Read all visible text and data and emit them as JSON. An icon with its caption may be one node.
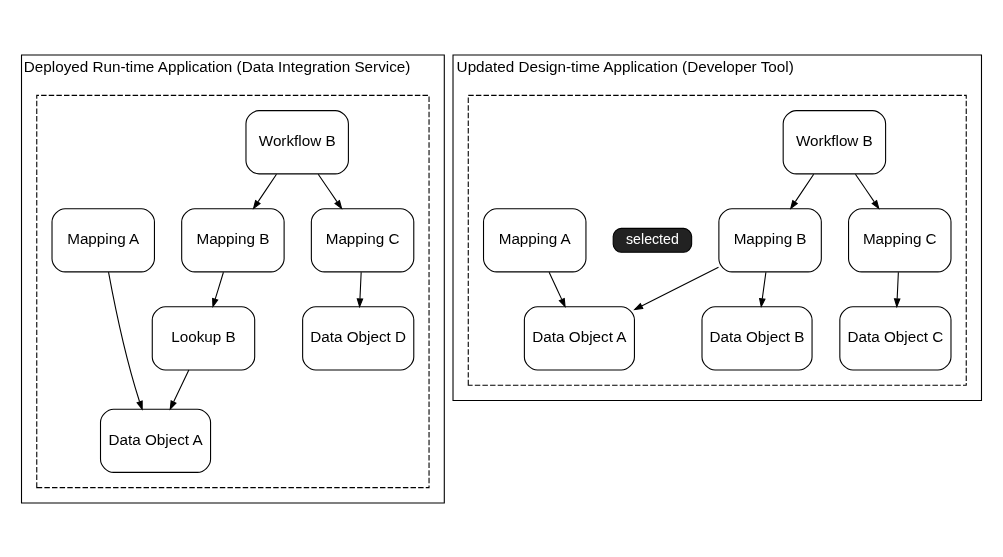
{
  "diagram": {
    "nodes": [
      {
        "text": [
          "Deployed Run-time Application (Data Integration Service)"
        ]
      },
      {
        "text": [],
        "shape": "box",
        "in": 0
      },
      {
        "text": [
          "Workflow B"
        ],
        "in": 1
      },
      {
        "text": [
          "Mapping A"
        ],
        "in": 1
      },
      {
        "text": [
          "Mapping B"
        ],
        "in": 1
      },
      {
        "text": [
          "Mapping C"
        ],
        "in": 1
      },
      {
        "text": [
          "Lookup B"
        ],
        "in": 1
      },
      {
        "text": [
          "Data Object D"
        ],
        "in": 1
      },
      {
        "text": [
          "Data Object A"
        ],
        "in": 1
      },
      {
        "text": [
          "Updated Design-time Application (Developer Tool)"
        ]
      },
      {
        "text": [],
        "shape": "box",
        "in": 9
      },
      {
        "text": [
          "Workflow B"
        ],
        "in": 10
      },
      {
        "text": [
          "Mapping A"
        ],
        "in": 10
      },
      {
        "text": [
          "selected"
        ],
        "in": 10
      },
      {
        "text": [
          "Mapping B"
        ],
        "in": 10
      },
      {
        "text": [
          "Mapping C"
        ],
        "in": 10
      },
      {
        "text": [
          "Data Object A"
        ],
        "in": 10
      },
      {
        "text": [
          "Data Object B"
        ],
        "in": 10
      },
      {
        "text": [
          "Data Object C"
        ],
        "in": 10
      }
    ],
    "edges": [
      {
        "from": 2,
        "to": 4,
        "arrow": "to"
      },
      {
        "from": 2,
        "to": 5,
        "arrow": "to"
      },
      {
        "from": 3,
        "to": 8,
        "arrow": "to"
      },
      {
        "from": 4,
        "to": 6,
        "arrow": "to"
      },
      {
        "from": 5,
        "to": 7,
        "arrow": "to"
      },
      {
        "from": 6,
        "to": 8,
        "arrow": "to"
      },
      {
        "from": 11,
        "to": 14,
        "arrow": "to"
      },
      {
        "from": 11,
        "to": 15,
        "arrow": "to"
      },
      {
        "from": 12,
        "to": 16,
        "arrow": "to"
      },
      {
        "from": 14,
        "to": 16,
        "arrow": "to"
      },
      {
        "from": 14,
        "to": 17,
        "arrow": "to"
      },
      {
        "from": 15,
        "to": 18,
        "arrow": "to"
      }
    ]
  }
}
